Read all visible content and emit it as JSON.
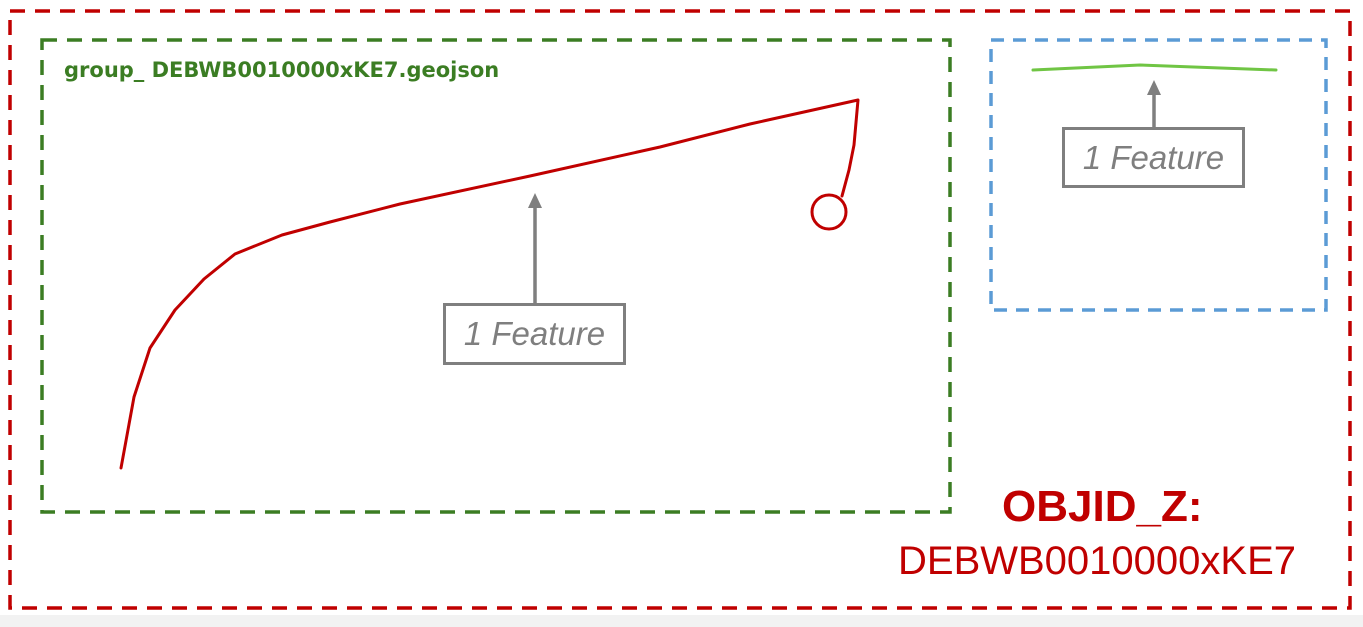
{
  "diagram": {
    "group_label": "group_ DEBWB0010000xKE7.geojson",
    "feature_main_label": "1 Feature",
    "feature_small_label": "1 Feature",
    "objid_key": "OBJID_Z:",
    "objid_value": "DEBWB0010000xKE7"
  },
  "colors": {
    "outer_border": "#c00000",
    "group_border": "#3b7d23",
    "small_group_border": "#5b9bd5",
    "red_feature": "#c00000",
    "green_feature": "#70c544",
    "annotation_gray": "#7f7f7f"
  }
}
